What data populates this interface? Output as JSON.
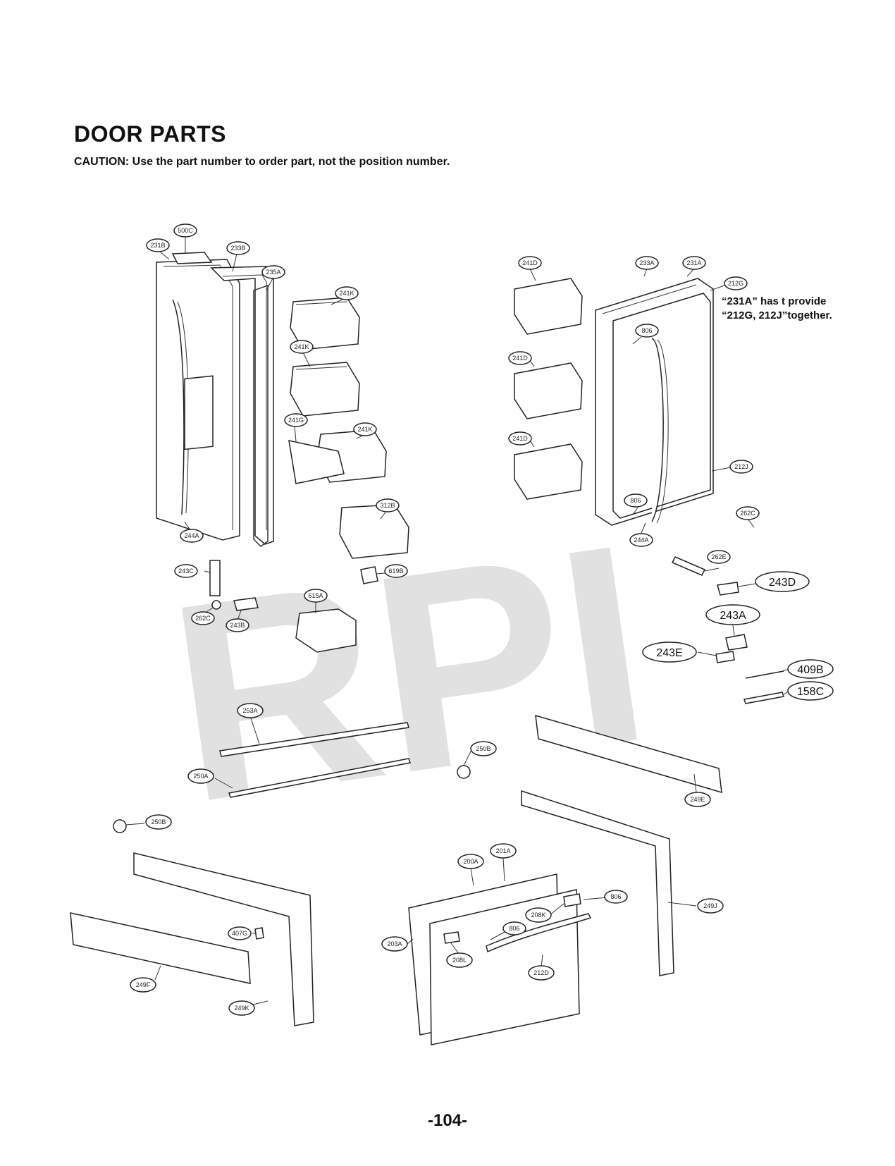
{
  "title": "DOOR PARTS",
  "caution": "CAUTION: Use the part number to order part, not the position number.",
  "note_lines": [
    "“231A” has t   provide",
    "“212G, 212J”together."
  ],
  "watermark": "RPI",
  "page_number": "-104-",
  "callouts": {
    "c500C": "500C",
    "c231B": "231B",
    "c233B": "233B",
    "c235A": "235A",
    "c241K_1": "241K",
    "c241K_2": "241K",
    "c241K_3": "241K",
    "c241G": "241G",
    "c312B": "312B",
    "c244A_left": "244A",
    "c243C": "243C",
    "c262C_left": "262C",
    "c243B": "243B",
    "c615A": "615A",
    "c619B": "619B",
    "c241D_1": "241D",
    "c241D_2": "241D",
    "c241D_3": "241D",
    "c233A": "233A",
    "c231A": "231A",
    "c212G": "212G",
    "c806_1": "806",
    "c212J": "212J",
    "c806_2": "806",
    "c244A_right": "244A",
    "c262C_right": "262C",
    "c262E": "262E",
    "c243D": "243D",
    "c243A": "243A",
    "c243E": "243E",
    "c409B": "409B",
    "c158C": "158C",
    "c253A": "253A",
    "c250A": "250A",
    "c250B_mid": "250B",
    "c249E": "249E",
    "c250B_left": "250B",
    "c200A": "200A",
    "c201A": "201A",
    "c806_3": "806",
    "c208K": "208K",
    "c806_4": "806",
    "c203A": "203A",
    "c208L": "208L",
    "c212D": "212D",
    "c249J": "249J",
    "c407G": "407G",
    "c249F": "249F",
    "c249K": "249K"
  }
}
